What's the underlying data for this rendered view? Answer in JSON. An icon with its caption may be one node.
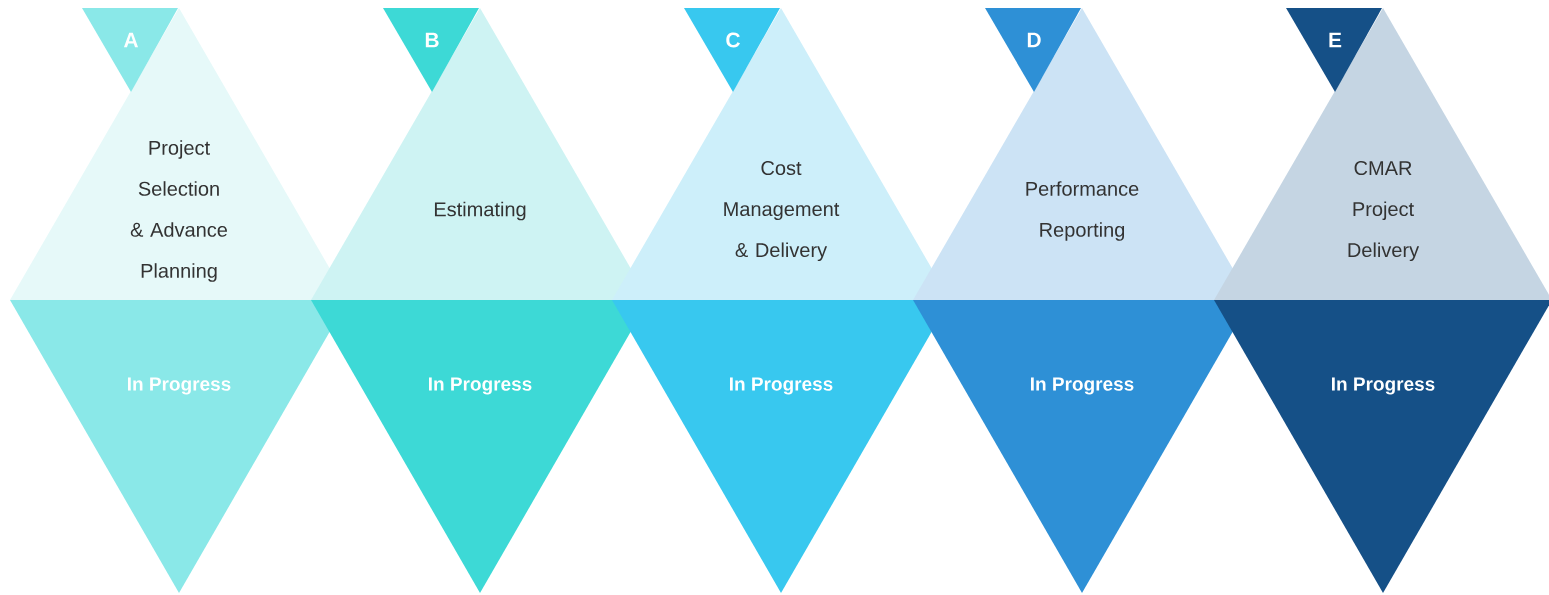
{
  "diagram": {
    "nodes": [
      {
        "text": [
          "A"
        ]
      },
      {
        "text": [
          "Project Selection & Advance Planning"
        ]
      },
      {
        "text": [
          "In Progress"
        ]
      },
      {
        "text": [
          "B"
        ]
      },
      {
        "text": [
          "Estimating"
        ]
      },
      {
        "text": [
          "In Progress"
        ]
      },
      {
        "text": [
          "C"
        ]
      },
      {
        "text": [
          "Cost Management & Delivery"
        ]
      },
      {
        "text": [
          "In Progress"
        ]
      },
      {
        "text": [
          "D"
        ]
      },
      {
        "text": [
          "Performance Reporting"
        ]
      },
      {
        "text": [
          "In Progress"
        ]
      },
      {
        "text": [
          "E"
        ]
      },
      {
        "text": [
          "CMAR Project Delivery"
        ]
      },
      {
        "text": [
          "In Progress"
        ]
      }
    ]
  }
}
